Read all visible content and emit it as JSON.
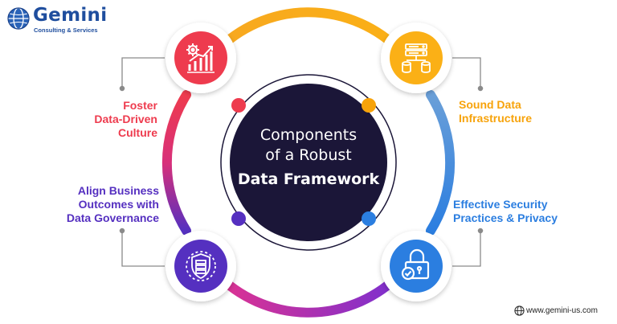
{
  "brand": {
    "name": "Gemini",
    "tagline": "Consulting & Services",
    "colors": {
      "primary": "#1f4e9e"
    }
  },
  "diagram": {
    "title_line1": "Components",
    "title_line2": "of a Robust",
    "title_line3": "Data Framework",
    "center_color": "#1b1638",
    "ring_colors": [
      "#ee3b4e",
      "#fbb016",
      "#2b7ee0",
      "#5530c0"
    ],
    "components": [
      {
        "position": "top-left",
        "lines": [
          "Foster",
          "Data-Driven",
          "Culture"
        ],
        "color": "#ee3b4e",
        "icon": "gear-growth-chart-icon"
      },
      {
        "position": "top-right",
        "lines": [
          "Sound Data",
          "Infrastructure"
        ],
        "color": "#f7a30b",
        "icon": "server-database-icon"
      },
      {
        "position": "bottom-left",
        "lines": [
          "Align Business",
          "Outcomes with",
          "Data Governance"
        ],
        "color": "#5530c0",
        "icon": "shield-server-icon"
      },
      {
        "position": "bottom-right",
        "lines": [
          "Effective Security",
          "Practices & Privacy"
        ],
        "color": "#2b7ee0",
        "icon": "padlock-check-icon"
      }
    ]
  },
  "footer": {
    "website": "www.gemini-us.com",
    "icon": "globe-icon"
  }
}
